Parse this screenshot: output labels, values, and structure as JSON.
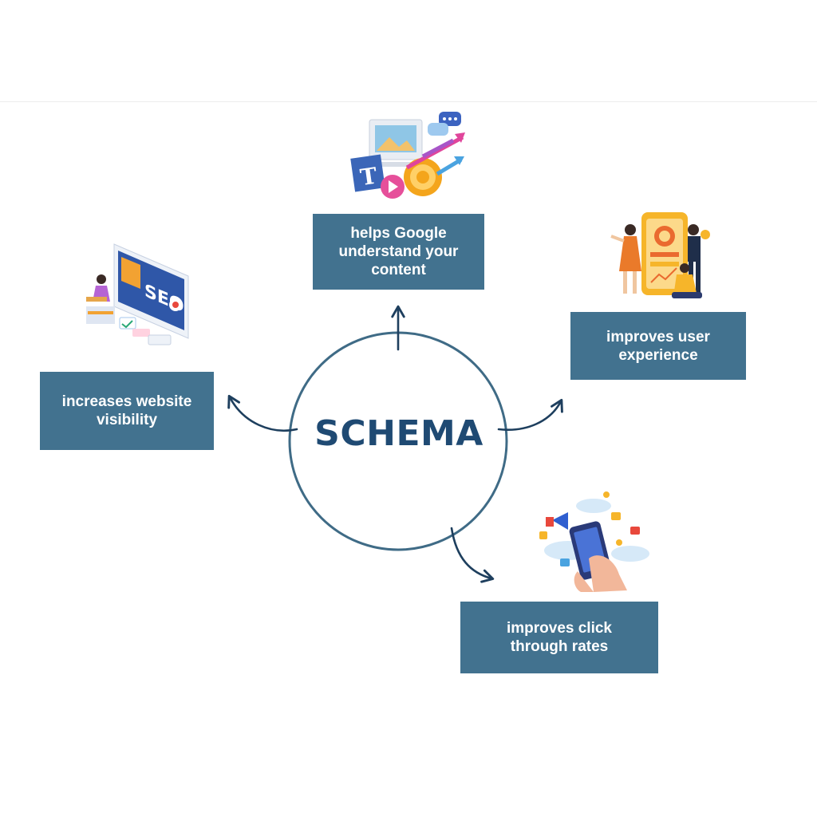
{
  "center": {
    "title": "SCHEMA"
  },
  "benefits": {
    "google": {
      "line1": "helps Google",
      "line2": "understand your",
      "line3": "content"
    },
    "ux": {
      "line1": "improves user",
      "line2": "experience"
    },
    "visibility": {
      "line1": "increases website",
      "line2": "visibility"
    },
    "ctr": {
      "line1": "improves click",
      "line2": "through rates"
    }
  },
  "colors": {
    "box_fill": "#42728f",
    "circle_stroke": "#3f6b86",
    "title_text": "#1f4a73",
    "arrow": "#1e3f5e"
  },
  "illustrations": {
    "top": "content-icons-illustration",
    "right": "mobile-app-team-illustration",
    "left": "seo-monitor-illustration",
    "bottom_right": "smartphone-marketing-illustration"
  }
}
